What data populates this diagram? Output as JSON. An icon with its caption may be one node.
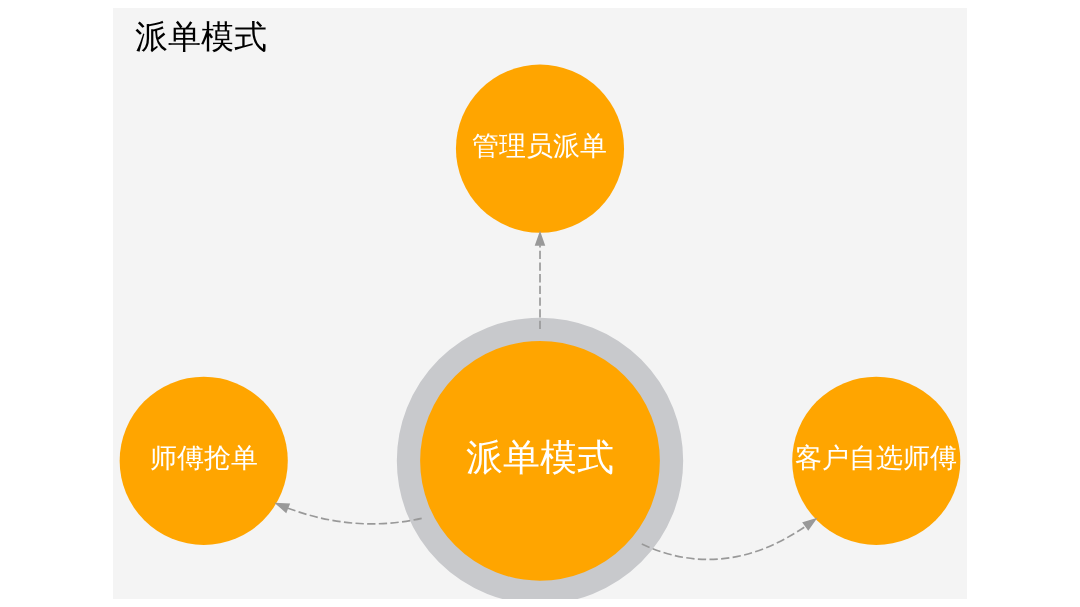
{
  "diagram": {
    "title": "派单模式",
    "nodes": [
      {
        "text": [
          "管理员派单"
        ]
      },
      {
        "text": [
          "师傅抢单"
        ]
      },
      {
        "text": [
          "派单模式"
        ]
      },
      {
        "text": [
          "客户自选师傅"
        ]
      }
    ],
    "edges": [
      {
        "from": 2,
        "to": 0,
        "arrow": "to",
        "style": "dashed"
      },
      {
        "from": 2,
        "to": 1,
        "arrow": "to",
        "style": "dashed"
      },
      {
        "from": 2,
        "to": 3,
        "arrow": "to",
        "style": "dashed"
      }
    ]
  }
}
